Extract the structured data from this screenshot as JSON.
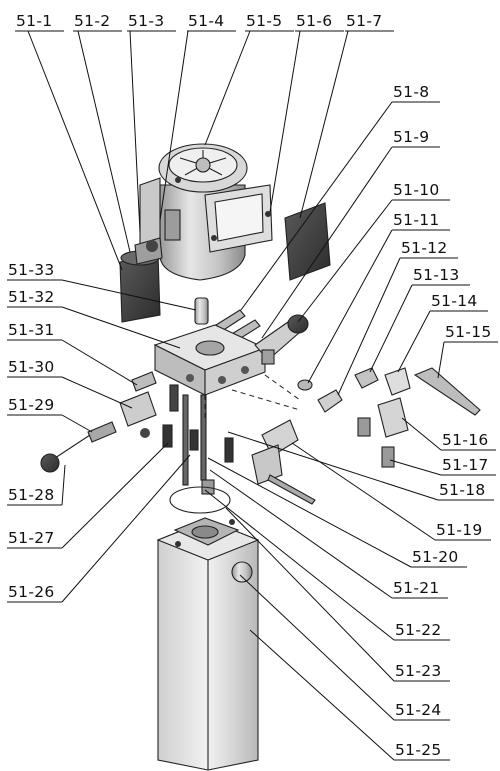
{
  "diagram": {
    "labels": {
      "p1": "51-1",
      "p2": "51-2",
      "p3": "51-3",
      "p4": "51-4",
      "p5": "51-5",
      "p6": "51-6",
      "p7": "51-7",
      "p8": "51-8",
      "p9": "51-9",
      "p10": "51-10",
      "p11": "51-11",
      "p12": "51-12",
      "p13": "51-13",
      "p14": "51-14",
      "p15": "51-15",
      "p16": "51-16",
      "p17": "51-17",
      "p18": "51-18",
      "p19": "51-19",
      "p20": "51-20",
      "p21": "51-21",
      "p22": "51-22",
      "p23": "51-23",
      "p24": "51-24",
      "p25": "51-25",
      "p26": "51-26",
      "p27": "51-27",
      "p28": "51-28",
      "p29": "51-29",
      "p30": "51-30",
      "p31": "51-31",
      "p32": "51-32",
      "p33": "51-33"
    }
  }
}
